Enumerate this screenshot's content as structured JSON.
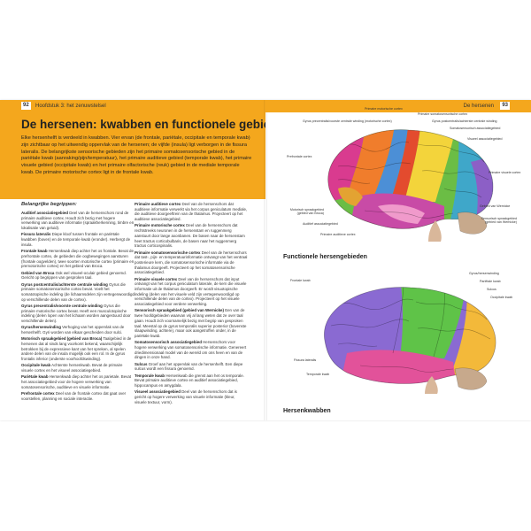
{
  "left_page": {
    "page_number": "92",
    "chapter": "Hoofdstuk 3: het zenuwstelsel",
    "title": "De hersenen: kwabben en functionele gebieden",
    "intro": "Elke hersenhelft is verdeeld in kwabben. Vier ervan (de frontale, pariëtale, occipitale en temporale kwab) zijn zichtbaar op het uitwendig oppervlak van de hersenen; de vijfde (insula) ligt verborgen in de fissura lateralis. De belangrijkste sensorische gebieden zijn het primaire somatosensorische gebied in de pariëtale kwab (aanraking/pijn/temperatuur), het primaire auditieve gebied (temporale kwab), het primaire visuele gebied (occipitale kwab) en het primaire olfactorische (reuk) gebied in de mediale temporale kwab. De primaire motorische cortex ligt in de frontale kwab.",
    "keywords_heading": "Belangrijke begrippen:",
    "col1": [
      {
        "term": "Auditief associatiegebied",
        "text": "Deel van de hersenschors rond de primaire auditieve cortex. Houdt zich bezig met hogere verwerking van auditieve informatie (spraakherkenning, timbre en lokalisatie van geluid)."
      },
      {
        "term": "Fissura lateralis",
        "text": "Diepe kloof tussen frontale en pariëtale kwabben (boven) en de temporale kwab (eronder). Herbergt de insula."
      },
      {
        "term": "Frontale kwab",
        "text": "Hersenkwab diep achter het os frontale. Bevat de prefrontale cortex, de gebieden die oogbewegingen aansturen (frontale oogvelden), twee soorten motorische cortex (primaire en premotorische cortex) en het gebied van Broca."
      },
      {
        "term": "Gebied van Broca",
        "text": "Ook wel visueel-oculair gebied genoemd. Gericht op begrippen van gesproken taal."
      },
      {
        "term": "Gyrus postcentralis/achterste centrale winding",
        "text": "Gyrus die primaire somatosensorische cortex bevat. Voelt het somatotopische indeling (de lichaamsdelen zijn vertegenwoordigd op verschillende delen van de cortex)."
      },
      {
        "term": "Gyrus precentralis/voorste centrale winding",
        "text": "Gyrus die primaire motorische cortex bevat. Heeft een musculotopische indeling (delen lopen van het lichaam worden aangestuurd door verschillende delen)."
      },
      {
        "term": "Gyrus/hersenwinding",
        "text": "Verhoging van het oppervlak van de hersenhelft. Gyri worden van elkaar gescheiden door sulci."
      },
      {
        "term": "Motorisch spraakgebied (gebied van Broca)",
        "text": "Taalgebied in de hersenen dat al sinds lang voorkomt bekend, waarschijnlijk betrokken bij de expressieve kant van het spreken, al spelen andere delen van de insula mogelijk ook een rol. In de gyrus frontalis inferior (onderste voorhoofdswinding)."
      },
      {
        "term": "Occipitale kwab",
        "text": "Achterste hersenkwab. Bevat de primaire visuele cortex en het visueel associatiegebied."
      },
      {
        "term": "Pariëtale kwab",
        "text": "Hersenkwab diep achter het os parietale. Bevat het associatiegebied voor de hogere verwerking van somatosensorische, auditieve en visuele informatie."
      },
      {
        "term": "Prefrontale cortex",
        "text": "Deel van de frontale cortex dat gaat over voorstellen, planning en sociale interactie."
      }
    ],
    "col2": [
      {
        "term": "Primaire auditieve cortex",
        "text": "Deel van de hersenschors dat auditieve informatie verwerkt via het corpus geniculatum mediale, die auditieve doorgeeftrein van de thalamus. Projecteert op het auditieve associatiegebied."
      },
      {
        "term": "Primaire motorische cortex",
        "text": "Deel van de hersenschors dat rechtstreeks neuronen in de hersenstam en ruggenmerg aanstuurt door lange axonbanen. De basen naar de hersenstam heet tractus corticobulbaris, de basen naar het ruggenmerg tractus corticospinalis."
      },
      {
        "term": "Primaire somatosensorische cortex",
        "text": "Deel van de hersenschors dat tast-, pijn- en temperatuurinformatie ontvangt van het ventraal posterieure kern, die somatosensorische informatie via de thalamus doorgeeft. Projecteert op het somatosensorische associatiegebied."
      },
      {
        "term": "Primaire visuele cortex",
        "text": "Deel van de hersenschors dat input ontvangt van het corpus geniculatum laterale, de kern die visuele informatie uit de thalamus doorgeeft. Er wordt visuotopische indeling (delen van het visuele veld zijn vertegenwoordigd op verschillende delen van de cortex). Projecteert op het visuele associatiegebied voor verdere verwerking."
      },
      {
        "term": "Sensorisch spraakgebied (gebied van Wernicke)",
        "text": "Een van de twee hoofdgebieden waarvan vrij al lang weten dat ze over taal gaan. Houdt zich voornamelijk bezig met begrip van gesproken taal. Meestal op de gyrus temporalis superior posterior (bovenste slaapwinding, achtere), maar ook aangetroffen onder, in de pariëtale kwab."
      },
      {
        "term": "Somatosensorisch associatiegebied",
        "text": "Hersenschors voor hogere verwerking van somatosensorische informatie. Genereert driedimensionaal model van de wereld om ons heen en van de dingen in onze hand."
      },
      {
        "term": "Sulcus",
        "text": "Groef aan het oppervlak van de hersenhelft. Een diepe sulcus wordt een fissura genoemd."
      },
      {
        "term": "Temporale kwab",
        "text": "Hersenkwab die grenst aan het os temporale. Bevat primaire auditieve cortex en auditief associatiegebied, hippocampus en amygdala."
      },
      {
        "term": "Visueel associatiegebied",
        "text": "Deel van de hersenschors dat is gericht op hogere verwerking van visuele informatie (kleur, visuele textuur, vorm)."
      }
    ]
  },
  "right_page": {
    "page_number": "93",
    "chapter": "De hersenen",
    "figure1": {
      "title": "Functionele hersengebieden",
      "labels": [
        "Gyrus precentralis/voorste centrale winding (motorische cortex)",
        "Primaire motorische cortex",
        "Primaire somatosensorische cortex",
        "Gyrus postcentralis/achterste centrale winding",
        "Somatosensorisch associatiegebied",
        "Visueel associatiegebied",
        "Primaire visuele cortex",
        "Gebied van Wernicke",
        "Sensorisch spraakgebied (gebied van Wernicke)",
        "Prefrontale cortex",
        "Motorisch spraakgebied (gebied van Broca)",
        "Auditief associatiegebied",
        "Primaire auditieve cortex"
      ]
    },
    "figure2": {
      "title": "Hersenkwabben",
      "labels": [
        "Frontale kwab",
        "Gyrus/hersenwinding",
        "Pariëtale kwab",
        "Sulcus",
        "Occipitale kwab",
        "Fissura lateralis",
        "Temporale kwab"
      ]
    }
  }
}
